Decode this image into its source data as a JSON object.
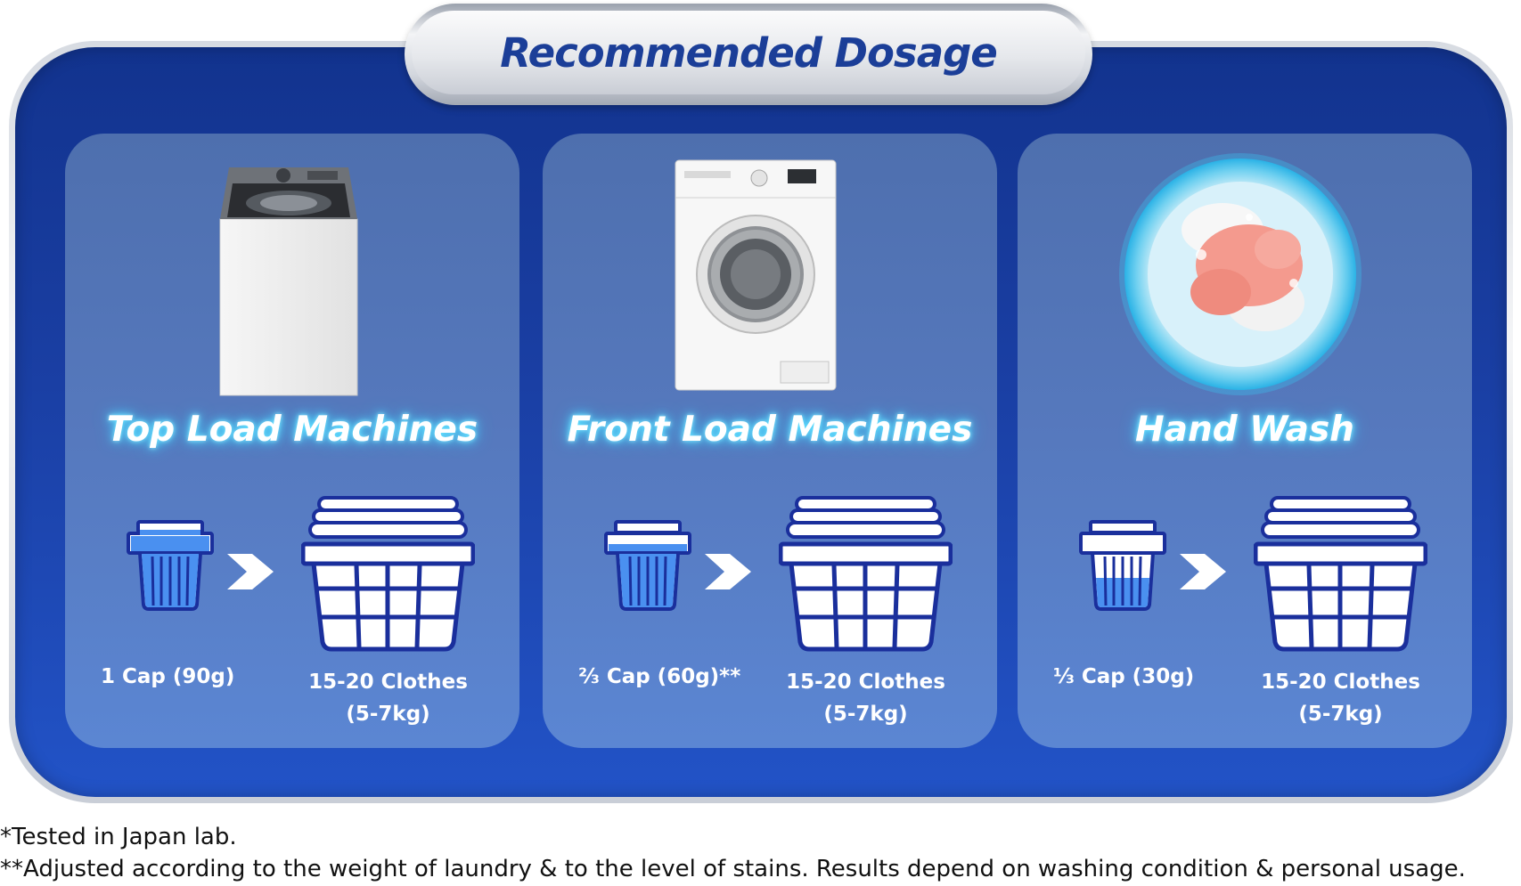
{
  "title": "Recommended Dosage",
  "cards": [
    {
      "title": "Top Load Machines",
      "cap": "1 Cap (90g)",
      "clothes_line1": "15-20 Clothes",
      "clothes_line2": "(5-7kg)",
      "image": "top-load-washer-photo"
    },
    {
      "title": "Front Load Machines",
      "cap": "⅔ Cap (60g)**",
      "clothes_line1": "15-20 Clothes",
      "clothes_line2": "(5-7kg)",
      "image": "front-load-washer-photo"
    },
    {
      "title": "Hand Wash",
      "cap": "⅓ Cap (30g)",
      "clothes_line1": "15-20 Clothes",
      "clothes_line2": "(5-7kg)",
      "image": "hand-wash-basin-photo"
    }
  ],
  "cap_fill_levels": [
    1,
    0.67,
    0.33
  ],
  "footnotes": {
    "note1": "*Tested in Japan lab.",
    "note2": "**Adjusted according to the weight of laundry & to the level of stains. Results depend on washing condition & personal usage."
  },
  "colors": {
    "navy": "#1a3fa4",
    "title_text": "#1b3e98",
    "glow": "#59e1ff",
    "icon_blue": "#1a2f9c",
    "fill_blue": "#4a90f0"
  }
}
